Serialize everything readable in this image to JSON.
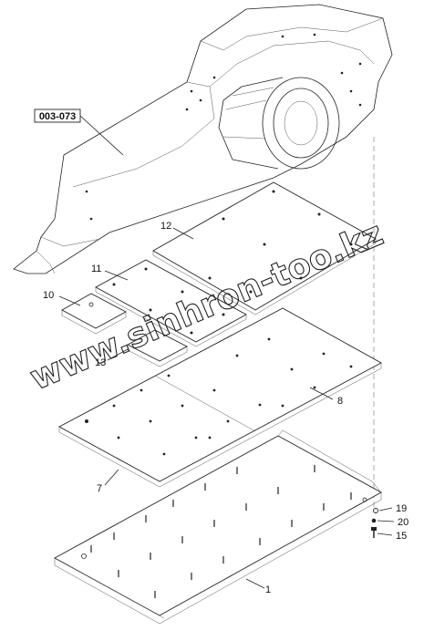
{
  "reference": {
    "text": "003-073"
  },
  "callouts": [
    {
      "id": "1",
      "text": "1"
    },
    {
      "id": "7",
      "text": "7"
    },
    {
      "id": "8",
      "text": "8"
    },
    {
      "id": "10",
      "text": "10"
    },
    {
      "id": "11",
      "text": "11"
    },
    {
      "id": "12",
      "text": "12"
    },
    {
      "id": "13",
      "text": "13"
    },
    {
      "id": "15",
      "text": "15"
    },
    {
      "id": "19",
      "text": "19"
    },
    {
      "id": "20",
      "text": "20"
    }
  ],
  "watermark": {
    "text": "www.sinhron-too.kz"
  },
  "colors": {
    "line": "#222222",
    "background": "#ffffff"
  }
}
